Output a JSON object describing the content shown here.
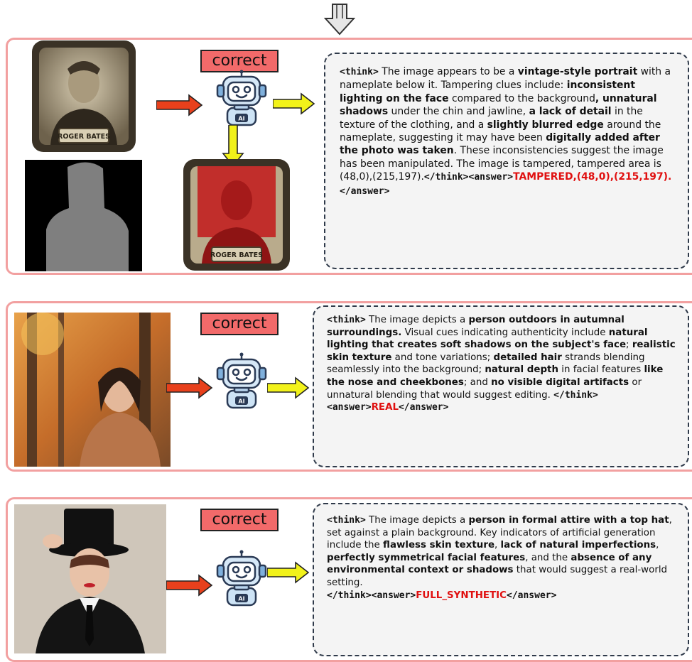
{
  "examples": [
    {
      "tag": "correct",
      "photo_caption": "ROGER BATES",
      "result_caption": "ROGER BATES",
      "segments": [
        {
          "t": "<think>",
          "k": "mono"
        },
        {
          "t": " The image appears to be a ",
          "k": "n"
        },
        {
          "t": "vintage-style portrait",
          "k": "b"
        },
        {
          "t": " with a nameplate below it. Tampering clues include: ",
          "k": "n"
        },
        {
          "t": "inconsistent lighting on the face",
          "k": "b"
        },
        {
          "t": " compared to the background",
          "k": "n"
        },
        {
          "t": ", unnatural shadows",
          "k": "b"
        },
        {
          "t": " under the chin and jawline, ",
          "k": "n"
        },
        {
          "t": "a lack of detail",
          "k": "b"
        },
        {
          "t": " in the texture of the clothing, and a ",
          "k": "n"
        },
        {
          "t": "slightly blurred edge",
          "k": "b"
        },
        {
          "t": " around the nameplate, suggesting it may have been ",
          "k": "n"
        },
        {
          "t": "digitally added after the photo was taken",
          "k": "b"
        },
        {
          "t": ". These inconsistencies suggest the image has been manipulated. The image is tampered, tampered area is (48,0),(215,197).",
          "k": "n"
        },
        {
          "t": "</think><answer>",
          "k": "mono"
        },
        {
          "t": "TAMPERED,(48,0),(215,197).",
          "k": "red"
        },
        {
          "t": "</answer>",
          "k": "mono"
        }
      ]
    },
    {
      "tag": "correct",
      "segments": [
        {
          "t": "<think>",
          "k": "mono"
        },
        {
          "t": " The image depicts a ",
          "k": "n"
        },
        {
          "t": "person outdoors in autumnal surroundings.",
          "k": "b"
        },
        {
          "t": " Visual cues indicating authenticity include ",
          "k": "n"
        },
        {
          "t": "natural lighting that creates soft shadows on the subject's face",
          "k": "b"
        },
        {
          "t": "; ",
          "k": "n"
        },
        {
          "t": "realistic skin texture",
          "k": "b"
        },
        {
          "t": " and tone variations; ",
          "k": "n"
        },
        {
          "t": "detailed hair",
          "k": "b"
        },
        {
          "t": " strands blending seamlessly into the background; ",
          "k": "n"
        },
        {
          "t": "natural depth",
          "k": "b"
        },
        {
          "t": " in facial features ",
          "k": "n"
        },
        {
          "t": "like the nose and cheekbones",
          "k": "b"
        },
        {
          "t": "; and ",
          "k": "n"
        },
        {
          "t": "no visible digital artifacts",
          "k": "b"
        },
        {
          "t": " or unnatural blending that would suggest editing. ",
          "k": "n"
        },
        {
          "t": "</think><answer>",
          "k": "mono"
        },
        {
          "t": "REAL",
          "k": "red"
        },
        {
          "t": "</answer>",
          "k": "mono"
        }
      ]
    },
    {
      "tag": "correct",
      "segments": [
        {
          "t": "<think>",
          "k": "mono"
        },
        {
          "t": " The image depicts a ",
          "k": "n"
        },
        {
          "t": "person in formal attire with a top hat",
          "k": "b"
        },
        {
          "t": ", set against a plain background. Key indicators of artificial generation include the ",
          "k": "n"
        },
        {
          "t": "flawless skin texture",
          "k": "b"
        },
        {
          "t": ", ",
          "k": "n"
        },
        {
          "t": "lack of natural imperfections",
          "k": "b"
        },
        {
          "t": ", ",
          "k": "n"
        },
        {
          "t": "perfectly symmetrical facial features",
          "k": "b"
        },
        {
          "t": ", and the ",
          "k": "n"
        },
        {
          "t": "absence of any environmental context or shadows",
          "k": "b"
        },
        {
          "t": " that would suggest a real-world setting.",
          "k": "n"
        },
        {
          "t": "BR",
          "k": "br"
        },
        {
          "t": "</think><answer>",
          "k": "mono"
        },
        {
          "t": "FULL_SYNTHETIC",
          "k": "red"
        },
        {
          "t": "</answer>",
          "k": "mono"
        }
      ]
    }
  ],
  "colors": {
    "panel_border": "#f2a0a0",
    "tag_bg": "#f26a6a",
    "red_arrow": "#e8401c",
    "yellow_arrow": "#f2f21a",
    "answer": "#e01010"
  },
  "icons": [
    "down-arrow-icon",
    "robot-icon",
    "red-arrow-icon",
    "yellow-arrow-icon"
  ]
}
